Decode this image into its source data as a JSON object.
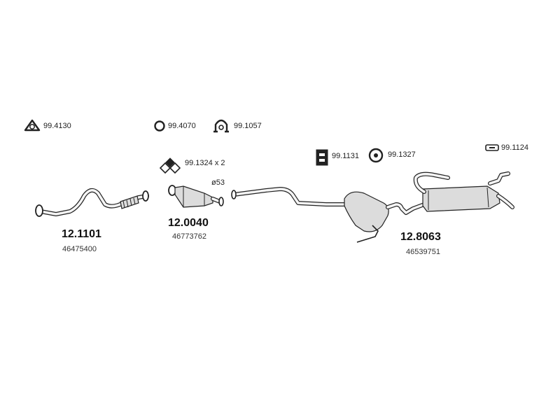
{
  "accessories": {
    "gasket_triangle": "99.4130",
    "gasket_ring": "99.4070",
    "clamp": "99.1057",
    "bolt_kit": "99.1324 x 2",
    "rubber_mount_a": "99.1131",
    "rubber_mount_b": "99.1327",
    "hanger_tail": "99.1124"
  },
  "parts": {
    "front_pipe": {
      "code": "12.1101",
      "oem": "46475400"
    },
    "catalyst": {
      "code": "12.0040",
      "oem": "46773762",
      "diameter": "ø53"
    },
    "rear_system": {
      "code": "12.8063",
      "oem": "46539751"
    }
  }
}
